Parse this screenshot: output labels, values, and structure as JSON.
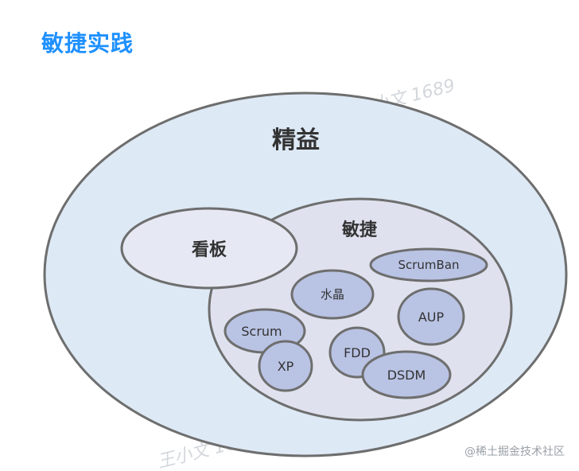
{
  "title": "敏捷实践",
  "credit": "@稀土掘金技术社区",
  "diagram": {
    "outer": "精益",
    "kanban": "看板",
    "agile": "敏捷",
    "methods": {
      "scrumban": "ScrumBan",
      "crystal": "水晶",
      "aup": "AUP",
      "scrum": "Scrum",
      "xp": "XP",
      "fdd": "FDD",
      "dsdm": "DSDM"
    }
  },
  "watermark": "王小文 1689",
  "colors": {
    "outer_fill": "#dde9f5",
    "kanban_fill": "#e6e9f3",
    "agile_fill": "#dfe2ee",
    "method_fill": "#b9c3e4",
    "stroke": "#6e6e6e",
    "title": "#1e90ff"
  }
}
